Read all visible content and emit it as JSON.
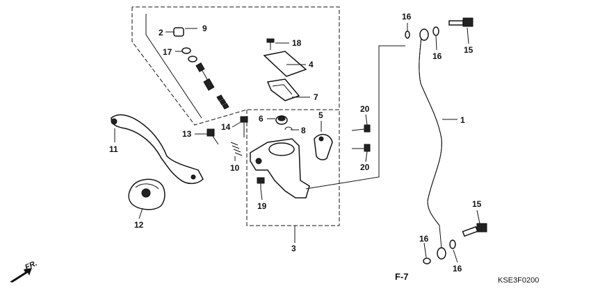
{
  "diagram_code": "KSE3F0200",
  "ref_label": "F-7",
  "front_label": "FR.",
  "callouts": {
    "c1": "1",
    "c2": "2",
    "c3": "3",
    "c4": "4",
    "c5": "5",
    "c6": "6",
    "c7": "7",
    "c8": "8",
    "c9": "9",
    "c10": "10",
    "c11": "11",
    "c12": "12",
    "c13": "13",
    "c14": "14",
    "c15a": "15",
    "c15b": "15",
    "c16a": "16",
    "c16b": "16",
    "c16c": "16",
    "c16d": "16",
    "c17": "17",
    "c18": "18",
    "c19": "19",
    "c20a": "20",
    "c20b": "20"
  }
}
